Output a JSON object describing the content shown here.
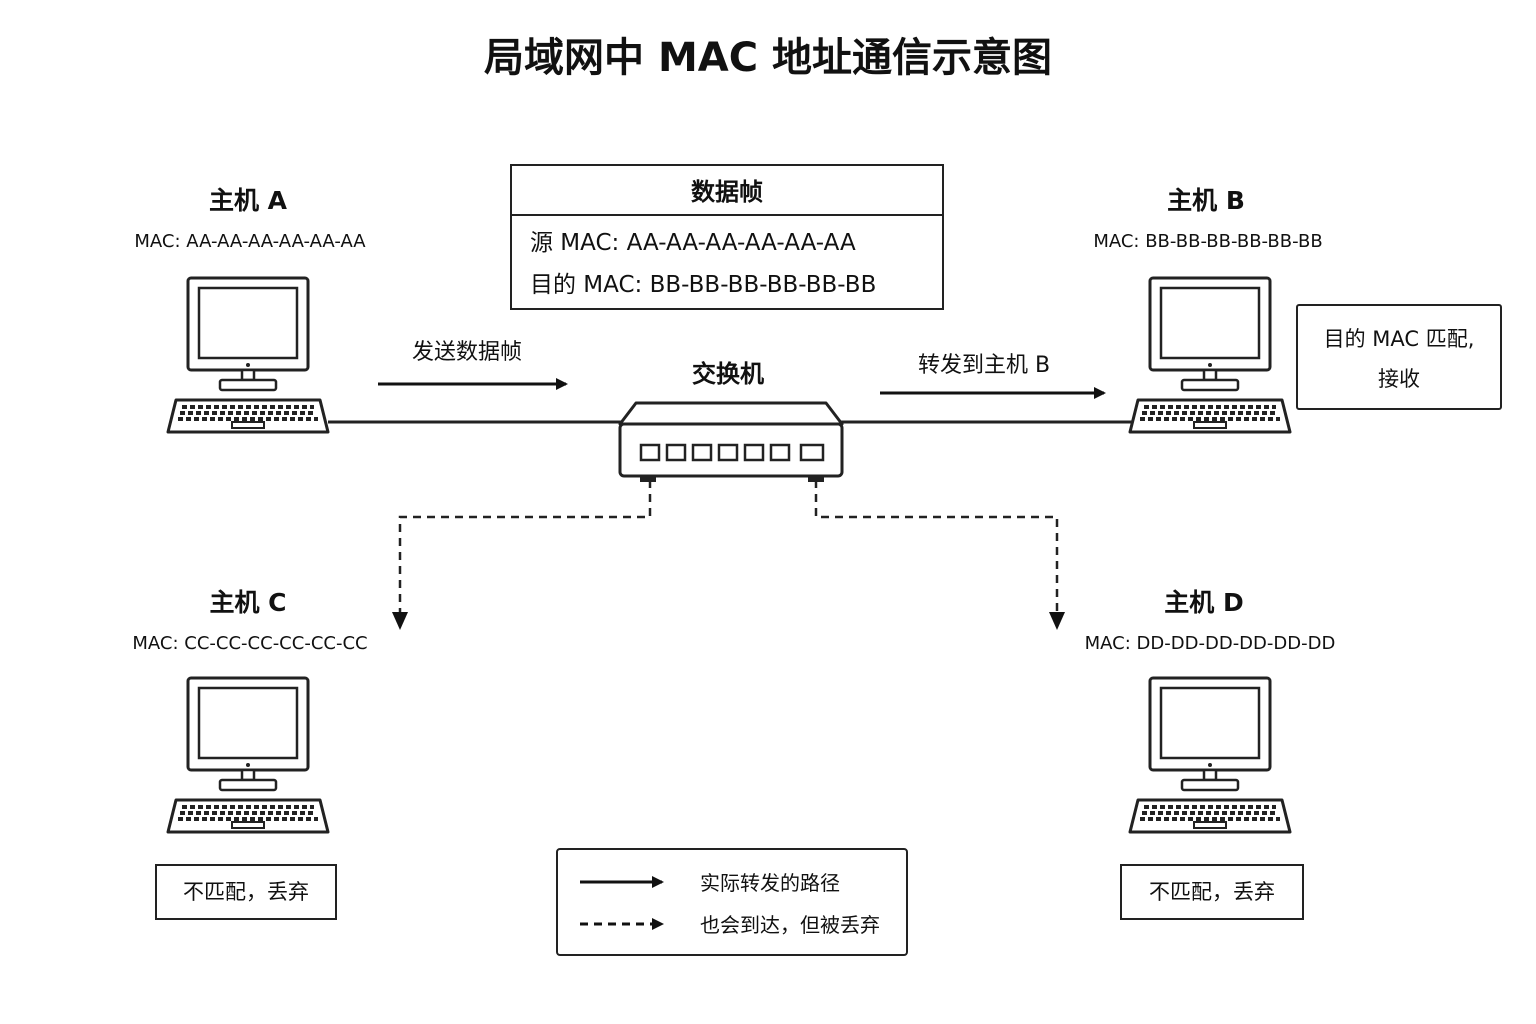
{
  "title": "局域网中 MAC 地址通信示意图",
  "colors": {
    "ink": "#111111",
    "stroke": "#222222",
    "background": "#ffffff"
  },
  "frame": {
    "title": "数据帧",
    "source_mac": "源 MAC: AA-AA-AA-AA-AA-AA",
    "dest_mac": "目的 MAC: BB-BB-BB-BB-BB-BB"
  },
  "switch": {
    "label": "交换机",
    "icon": "switch-icon"
  },
  "hosts": {
    "a": {
      "name": "主机 A",
      "mac": "MAC: AA-AA-AA-AA-AA-AA",
      "icon": "computer-icon"
    },
    "b": {
      "name": "主机 B",
      "mac": "MAC: BB-BB-BB-BB-BB-BB",
      "icon": "computer-icon",
      "note_line1": "目的 MAC 匹配,",
      "note_line2": "接收"
    },
    "c": {
      "name": "主机 C",
      "mac": "MAC: CC-CC-CC-CC-CC-CC",
      "icon": "computer-icon",
      "note": "不匹配，丢弃"
    },
    "d": {
      "name": "主机 D",
      "mac": "MAC: DD-DD-DD-DD-DD-DD",
      "icon": "computer-icon",
      "note": "不匹配，丢弃"
    }
  },
  "edges": {
    "send_label": "发送数据帧",
    "forward_label": "转发到主机 B"
  },
  "legend": {
    "solid_label": "实际转发的路径",
    "dashed_label": "也会到达，但被丢弃"
  }
}
